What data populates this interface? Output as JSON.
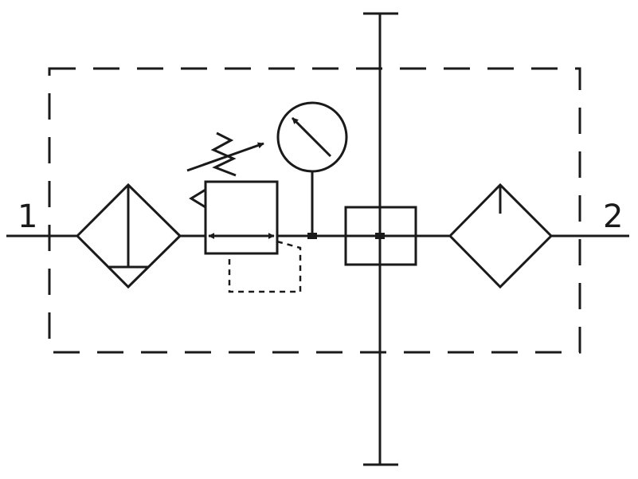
{
  "diagram": {
    "title": "",
    "ports": {
      "inlet_label": "1",
      "outlet_label": "2"
    },
    "stroke_color": "#1a1a1a",
    "background_color": "#ffffff",
    "components": [
      "filter-with-manual-drain",
      "pressure-regulator-adjustable-spring",
      "pressure-gauge",
      "mounting-block",
      "lubricator"
    ]
  }
}
